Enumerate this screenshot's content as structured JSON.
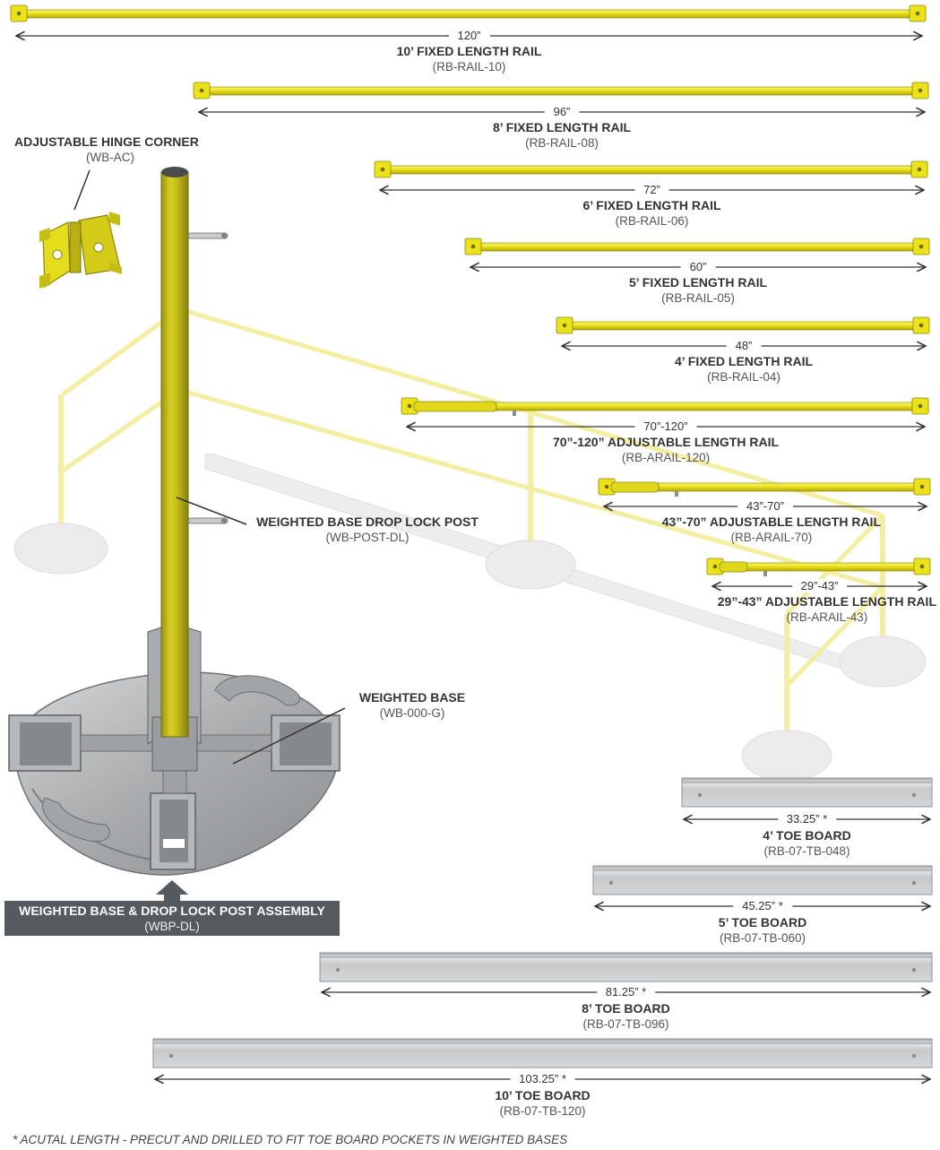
{
  "rails": [
    {
      "dim": "120”",
      "name": "10’ FIXED LENGTH RAIL",
      "code": "(RB-RAIL-10)"
    },
    {
      "dim": "96”",
      "name": "8’ FIXED LENGTH RAIL",
      "code": "(RB-RAIL-08)"
    },
    {
      "dim": "72”",
      "name": "6’ FIXED LENGTH RAIL",
      "code": "(RB-RAIL-06)"
    },
    {
      "dim": "60”",
      "name": "5’ FIXED LENGTH RAIL",
      "code": "(RB-RAIL-05)"
    },
    {
      "dim": "48”",
      "name": "4’ FIXED LENGTH RAIL",
      "code": "(RB-RAIL-04)"
    },
    {
      "dim": "70”-120”",
      "name": "70”-120” ADJUSTABLE LENGTH RAIL",
      "code": "(RB-ARAIL-120)"
    },
    {
      "dim": "43”-70”",
      "name": "43”-70” ADJUSTABLE LENGTH RAIL",
      "code": "(RB-ARAIL-70)"
    },
    {
      "dim": "29”-43”",
      "name": "29”-43” ADJUSTABLE LENGTH RAIL",
      "code": "(RB-ARAIL-43)"
    }
  ],
  "toe_boards": [
    {
      "dim": "33.25” *",
      "name": "4’ TOE BOARD",
      "code": "(RB-07-TB-048)"
    },
    {
      "dim": "45.25” *",
      "name": "5’ TOE BOARD",
      "code": "(RB-07-TB-060)"
    },
    {
      "dim": "81.25” *",
      "name": "8’ TOE BOARD",
      "code": "(RB-07-TB-096)"
    },
    {
      "dim": "103.25” *",
      "name": "10’ TOE BOARD",
      "code": "(RB-07-TB-120)"
    }
  ],
  "hinge": {
    "name": "ADJUSTABLE HINGE CORNER",
    "code": "(WB-AC)"
  },
  "post": {
    "name": "WEIGHTED BASE DROP LOCK POST",
    "code": "(WB-POST-DL)"
  },
  "base": {
    "name": "WEIGHTED BASE",
    "code": "(WB-000-G)"
  },
  "assembly": {
    "name": "WEIGHTED BASE & DROP LOCK POST ASSEMBLY",
    "code": "(WBP-DL)"
  },
  "footnote": "* ACUTAL LENGTH - PRECUT AND DRILLED TO FIT TOE BOARD POCKETS IN WEIGHTED BASES",
  "colors": {
    "rail_yellow": "#f2ea1f",
    "rail_dark": "#b9ae10",
    "board_silver": "#c9cbcc",
    "ghost_yellow": "#f4efb0",
    "assembly_bg": "#555a5f"
  }
}
